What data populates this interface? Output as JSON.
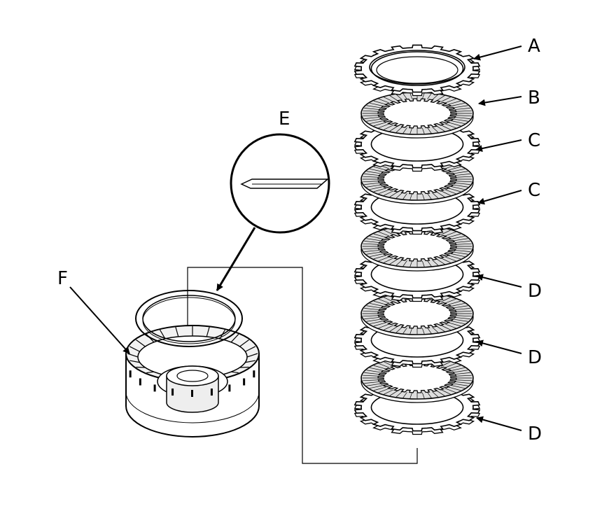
{
  "labels": {
    "a": "A",
    "b": "B",
    "c1": "C",
    "c2": "C",
    "d1": "D",
    "d2": "D",
    "d3": "D",
    "e": "E",
    "f": "F"
  },
  "colors": {
    "ink": "#000000",
    "paper": "#ffffff",
    "shade": "#dddddd"
  }
}
